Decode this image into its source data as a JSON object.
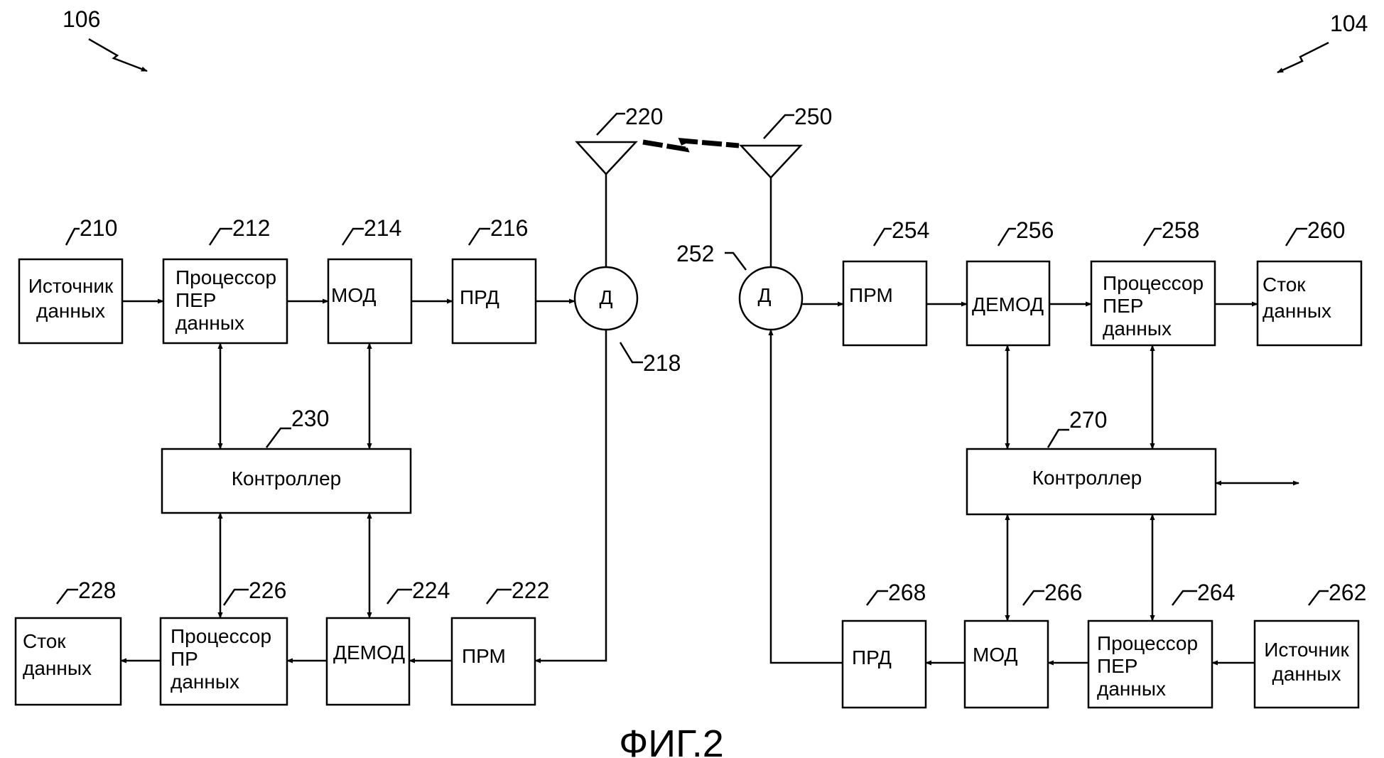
{
  "caption": "ФИГ.2",
  "refs": {
    "r106": "106",
    "r104": "104",
    "r210": "210",
    "r212": "212",
    "r214": "214",
    "r216": "216",
    "r218": "218",
    "r220": "220",
    "r222": "222",
    "r224": "224",
    "r226": "226",
    "r228": "228",
    "r230": "230",
    "r250": "250",
    "r252": "252",
    "r254": "254",
    "r256": "256",
    "r258": "258",
    "r260": "260",
    "r262": "262",
    "r264": "264",
    "r266": "266",
    "r268": "268",
    "r270": "270"
  },
  "blocks": {
    "b210": [
      "Источник",
      "данных"
    ],
    "b212": [
      "Процессор",
      "ПЕР",
      "данных"
    ],
    "b214": [
      "МОД"
    ],
    "b216": [
      "ПРД"
    ],
    "b218": [
      "Д"
    ],
    "b230": [
      "Контроллер"
    ],
    "b228": [
      "Сток",
      "данных"
    ],
    "b226": [
      "Процессор",
      "ПР",
      "данных"
    ],
    "b224": [
      "ДЕМОД"
    ],
    "b222": [
      "ПРМ"
    ],
    "b252": [
      "Д"
    ],
    "b254": [
      "ПРМ"
    ],
    "b256": [
      "ДЕМОД"
    ],
    "b258": [
      "Процессор",
      "ПЕР",
      "данных"
    ],
    "b260": [
      "Сток",
      "данных"
    ],
    "b270": [
      "Контроллер"
    ],
    "b268": [
      "ПРД"
    ],
    "b266": [
      "МОД"
    ],
    "b264": [
      "Процессор",
      "ПЕР",
      "данных"
    ],
    "b262": [
      "Источник",
      "данных"
    ]
  }
}
